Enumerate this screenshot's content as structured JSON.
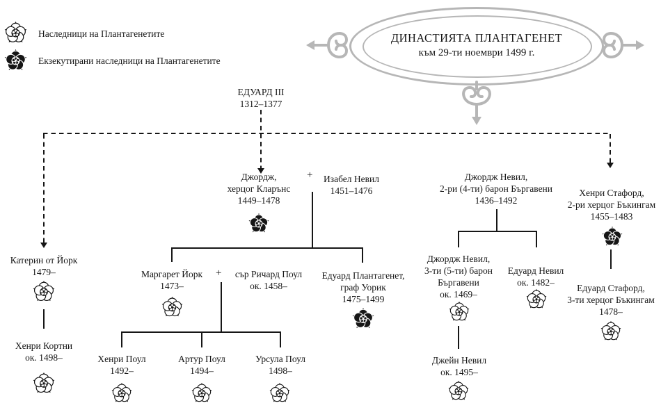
{
  "legend": {
    "items": [
      {
        "icon": "white-rose",
        "label": "Наследници на Плантагенетите"
      },
      {
        "icon": "black-rose",
        "label": "Екзекутирани наследници на Плантагенетите"
      }
    ]
  },
  "cartouche": {
    "title": "ДИНАСТИЯТА ПЛАНТАГЕНЕТ",
    "subtitle": "към 29-ти ноември 1499 г."
  },
  "symbols": {
    "plus": "+"
  },
  "colors": {
    "line": "#161616",
    "text": "#161616",
    "ornament": "#b6b6b6",
    "background": "#ffffff"
  },
  "people": {
    "edward_iii": {
      "lines": [
        "ЕДУАРД III",
        "1312–1377"
      ],
      "rose": "none"
    },
    "george_clarence": {
      "lines": [
        "Джордж,",
        "херцог Кларънс",
        "1449–1478"
      ],
      "rose": "black"
    },
    "isabel_neville": {
      "lines": [
        "Изабел Невил",
        "1451–1476"
      ],
      "rose": "none"
    },
    "george_neville_2": {
      "lines": [
        "Джордж Невил,",
        "2-ри (4-ти) барон Бъргавени",
        "1436–1492"
      ],
      "rose": "none"
    },
    "henry_stafford": {
      "lines": [
        "Хенри Стафорд,",
        "2-ри херцог Бъкингам",
        "1455–1483"
      ],
      "rose": "black"
    },
    "catherine_of_york": {
      "lines": [
        "Катерин от Йорк",
        "1479–"
      ],
      "rose": "white"
    },
    "henry_courtenay": {
      "lines": [
        "Хенри Кортни",
        "ок. 1498–"
      ],
      "rose": "white"
    },
    "margaret_york": {
      "lines": [
        "Маргарет Йорк",
        "1473–"
      ],
      "rose": "white"
    },
    "richard_pole": {
      "lines": [
        "сър Ричард Поул",
        "ок. 1458–"
      ],
      "rose": "none"
    },
    "edward_plantagenet": {
      "lines": [
        "Едуард Плантагенет,",
        "граф Уорик",
        "1475–1499"
      ],
      "rose": "black"
    },
    "henry_pole": {
      "lines": [
        "Хенри Поул",
        "1492–"
      ],
      "rose": "white"
    },
    "arthur_pole": {
      "lines": [
        "Артур Поул",
        "1494–"
      ],
      "rose": "white"
    },
    "ursula_pole": {
      "lines": [
        "Урсула Поул",
        "1498–"
      ],
      "rose": "white"
    },
    "george_neville_3": {
      "lines": [
        "Джордж Невил,",
        "3-ти (5-ти) барон",
        "Бъргавени",
        "ок. 1469–"
      ],
      "rose": "white"
    },
    "edward_neville": {
      "lines": [
        "Едуард Невил",
        "ок. 1482–"
      ],
      "rose": "white"
    },
    "jane_neville": {
      "lines": [
        "Джейн Невил",
        "ок. 1495–"
      ],
      "rose": "white"
    },
    "edward_stafford": {
      "lines": [
        "Едуард Стафорд,",
        "3-ти херцог Бъкингам",
        "1478–"
      ],
      "rose": "white"
    }
  },
  "edges": [
    {
      "from": "ЕДУАРД III",
      "to": "Катерин от Йорк",
      "style": "dashed-arrow"
    },
    {
      "from": "ЕДУАРД III",
      "to": "Джордж, херцог Кларънс",
      "style": "dashed-arrow"
    },
    {
      "from": "ЕДУАРД III",
      "to": "Хенри Стафорд",
      "style": "dashed-arrow"
    },
    {
      "from": "Джордж + Изабел Невил",
      "to": "Маргарет Йорк; Едуард Плантагенет",
      "style": "solid"
    },
    {
      "from": "Маргарет Йорк + сър Ричард Поул",
      "to": "Хенри Поул; Артур Поул; Урсула Поул",
      "style": "solid"
    },
    {
      "from": "Джордж Невил, 2-ри барон",
      "to": "Джордж Невил, 3-ти барон; Едуард Невил",
      "style": "solid"
    },
    {
      "from": "Катерин от Йорк",
      "to": "Хенри Кортни",
      "style": "solid"
    },
    {
      "from": "Джордж Невил, 3-ти барон",
      "to": "Джейн Невил",
      "style": "solid"
    },
    {
      "from": "Хенри Стафорд",
      "to": "Едуард Стафорд",
      "style": "solid"
    }
  ]
}
